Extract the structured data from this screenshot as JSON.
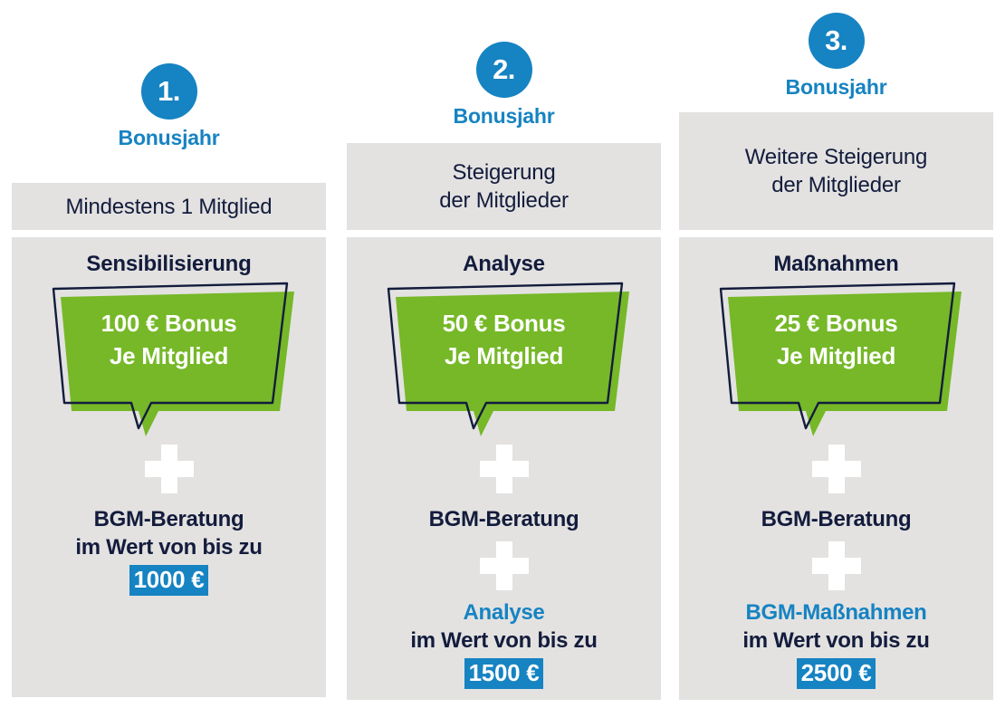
{
  "theme": {
    "blue": "#1683c2",
    "navy": "#131c3c",
    "green": "#76b828",
    "gray_panel": "#e3e2e1",
    "white": "#ffffff"
  },
  "columns": [
    {
      "number": "1.",
      "step_label": "Bonusjahr",
      "requirement": "Mindestens 1 Mitglied",
      "section_title": "Sensibilisierung",
      "bubble": {
        "line1": "100 € Bonus",
        "line2": "Je Mitglied"
      },
      "benefits": [
        {
          "accent": "",
          "title": "BGM-Beratung",
          "subtitle": "im Wert von bis zu",
          "amount": "1000 €"
        }
      ]
    },
    {
      "number": "2.",
      "step_label": "Bonusjahr",
      "requirement_line1": "Steigerung",
      "requirement_line2": "der Mitglieder",
      "section_title": "Analyse",
      "bubble": {
        "line1": "50 € Bonus",
        "line2": "Je Mitglied"
      },
      "benefit_first": "BGM-Beratung",
      "benefit_second_accent": "Analyse",
      "benefit_second_subtitle": "im Wert von bis zu",
      "amount": "1500 €"
    },
    {
      "number": "3.",
      "step_label": "Bonusjahr",
      "requirement_line1": "Weitere Steigerung",
      "requirement_line2": "der Mitglieder",
      "section_title": "Maßnahmen",
      "bubble": {
        "line1": "25 € Bonus",
        "line2": "Je Mitglied"
      },
      "benefit_first": "BGM-Beratung",
      "benefit_second_accent": "BGM-Maßnahmen",
      "benefit_second_subtitle": "im Wert von bis zu",
      "amount": "2500 €"
    }
  ]
}
